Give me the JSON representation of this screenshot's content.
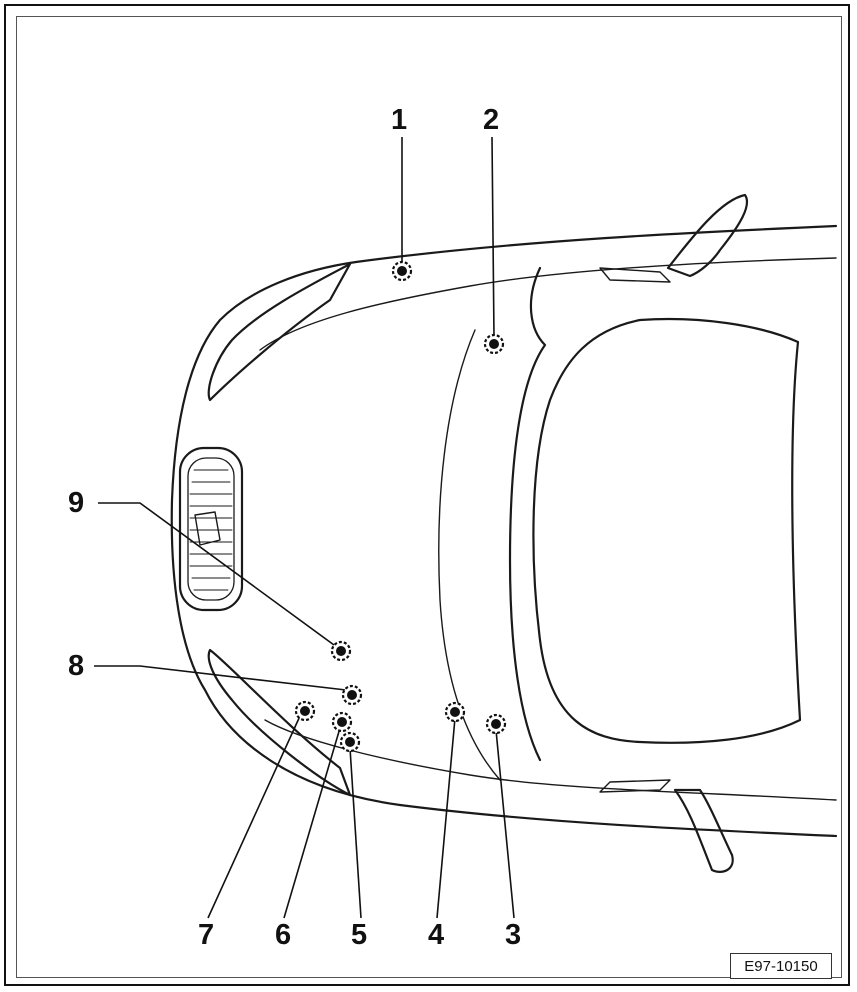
{
  "figure": {
    "reference_code": "E97-10150"
  },
  "callouts": [
    {
      "number": "1"
    },
    {
      "number": "2"
    },
    {
      "number": "3"
    },
    {
      "number": "4"
    },
    {
      "number": "5"
    },
    {
      "number": "6"
    },
    {
      "number": "7"
    },
    {
      "number": "8"
    },
    {
      "number": "9"
    }
  ],
  "colors": {
    "line": "#111111",
    "body_fill": "#ffffff",
    "hood_outline": "#1a1a1a"
  }
}
